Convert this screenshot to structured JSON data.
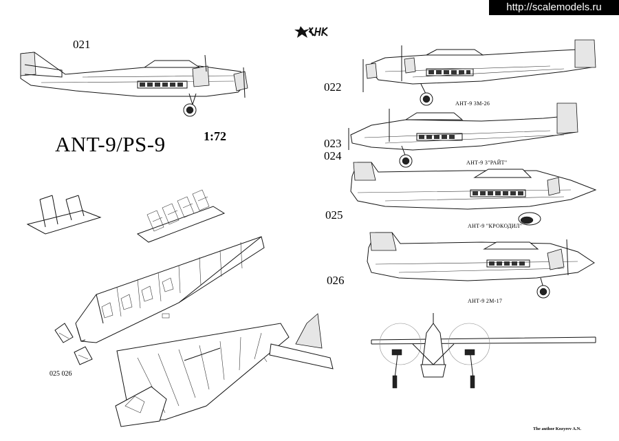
{
  "watermark": {
    "text": "http://scalemodels.ru"
  },
  "title": "ANT-9/PS-9",
  "scale": "1:72",
  "labels": {
    "n021": "021",
    "n022": "022",
    "n023": "023",
    "n024": "024",
    "n025": "025",
    "n026": "026",
    "n025_026": "025  026"
  },
  "captions": {
    "c022": "АНТ-9  3М-26",
    "c023": "АНТ-9  3\"РАЙТ\"",
    "c025": "АНТ-9 \"КРОКОДИЛ\"",
    "c026": "АНТ-9  2М-17"
  },
  "author": "The author Kozyrev A.N.",
  "logo": {
    "icon": "star-logo-icon"
  }
}
